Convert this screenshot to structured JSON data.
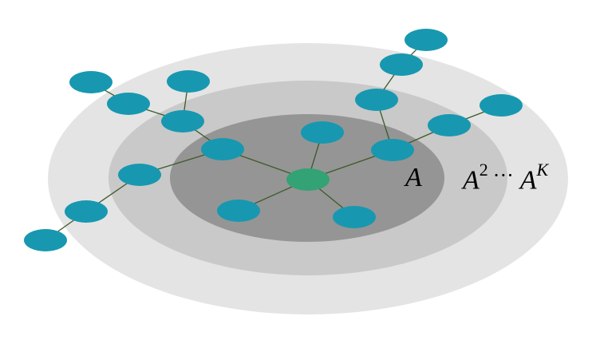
{
  "labels": {
    "inner": {
      "base": "A"
    },
    "outer": {
      "base_1": "A",
      "exp_1": "2",
      "ellipsis": "···",
      "base_2": "A",
      "exp_2": "K"
    }
  },
  "colors": {
    "ring_outer": "#e4e4e4",
    "ring_middle": "#c9c9c9",
    "ring_inner": "#959595",
    "node": "#1798b0",
    "center_node": "#33a275",
    "edge": "#3c5a2a"
  }
}
